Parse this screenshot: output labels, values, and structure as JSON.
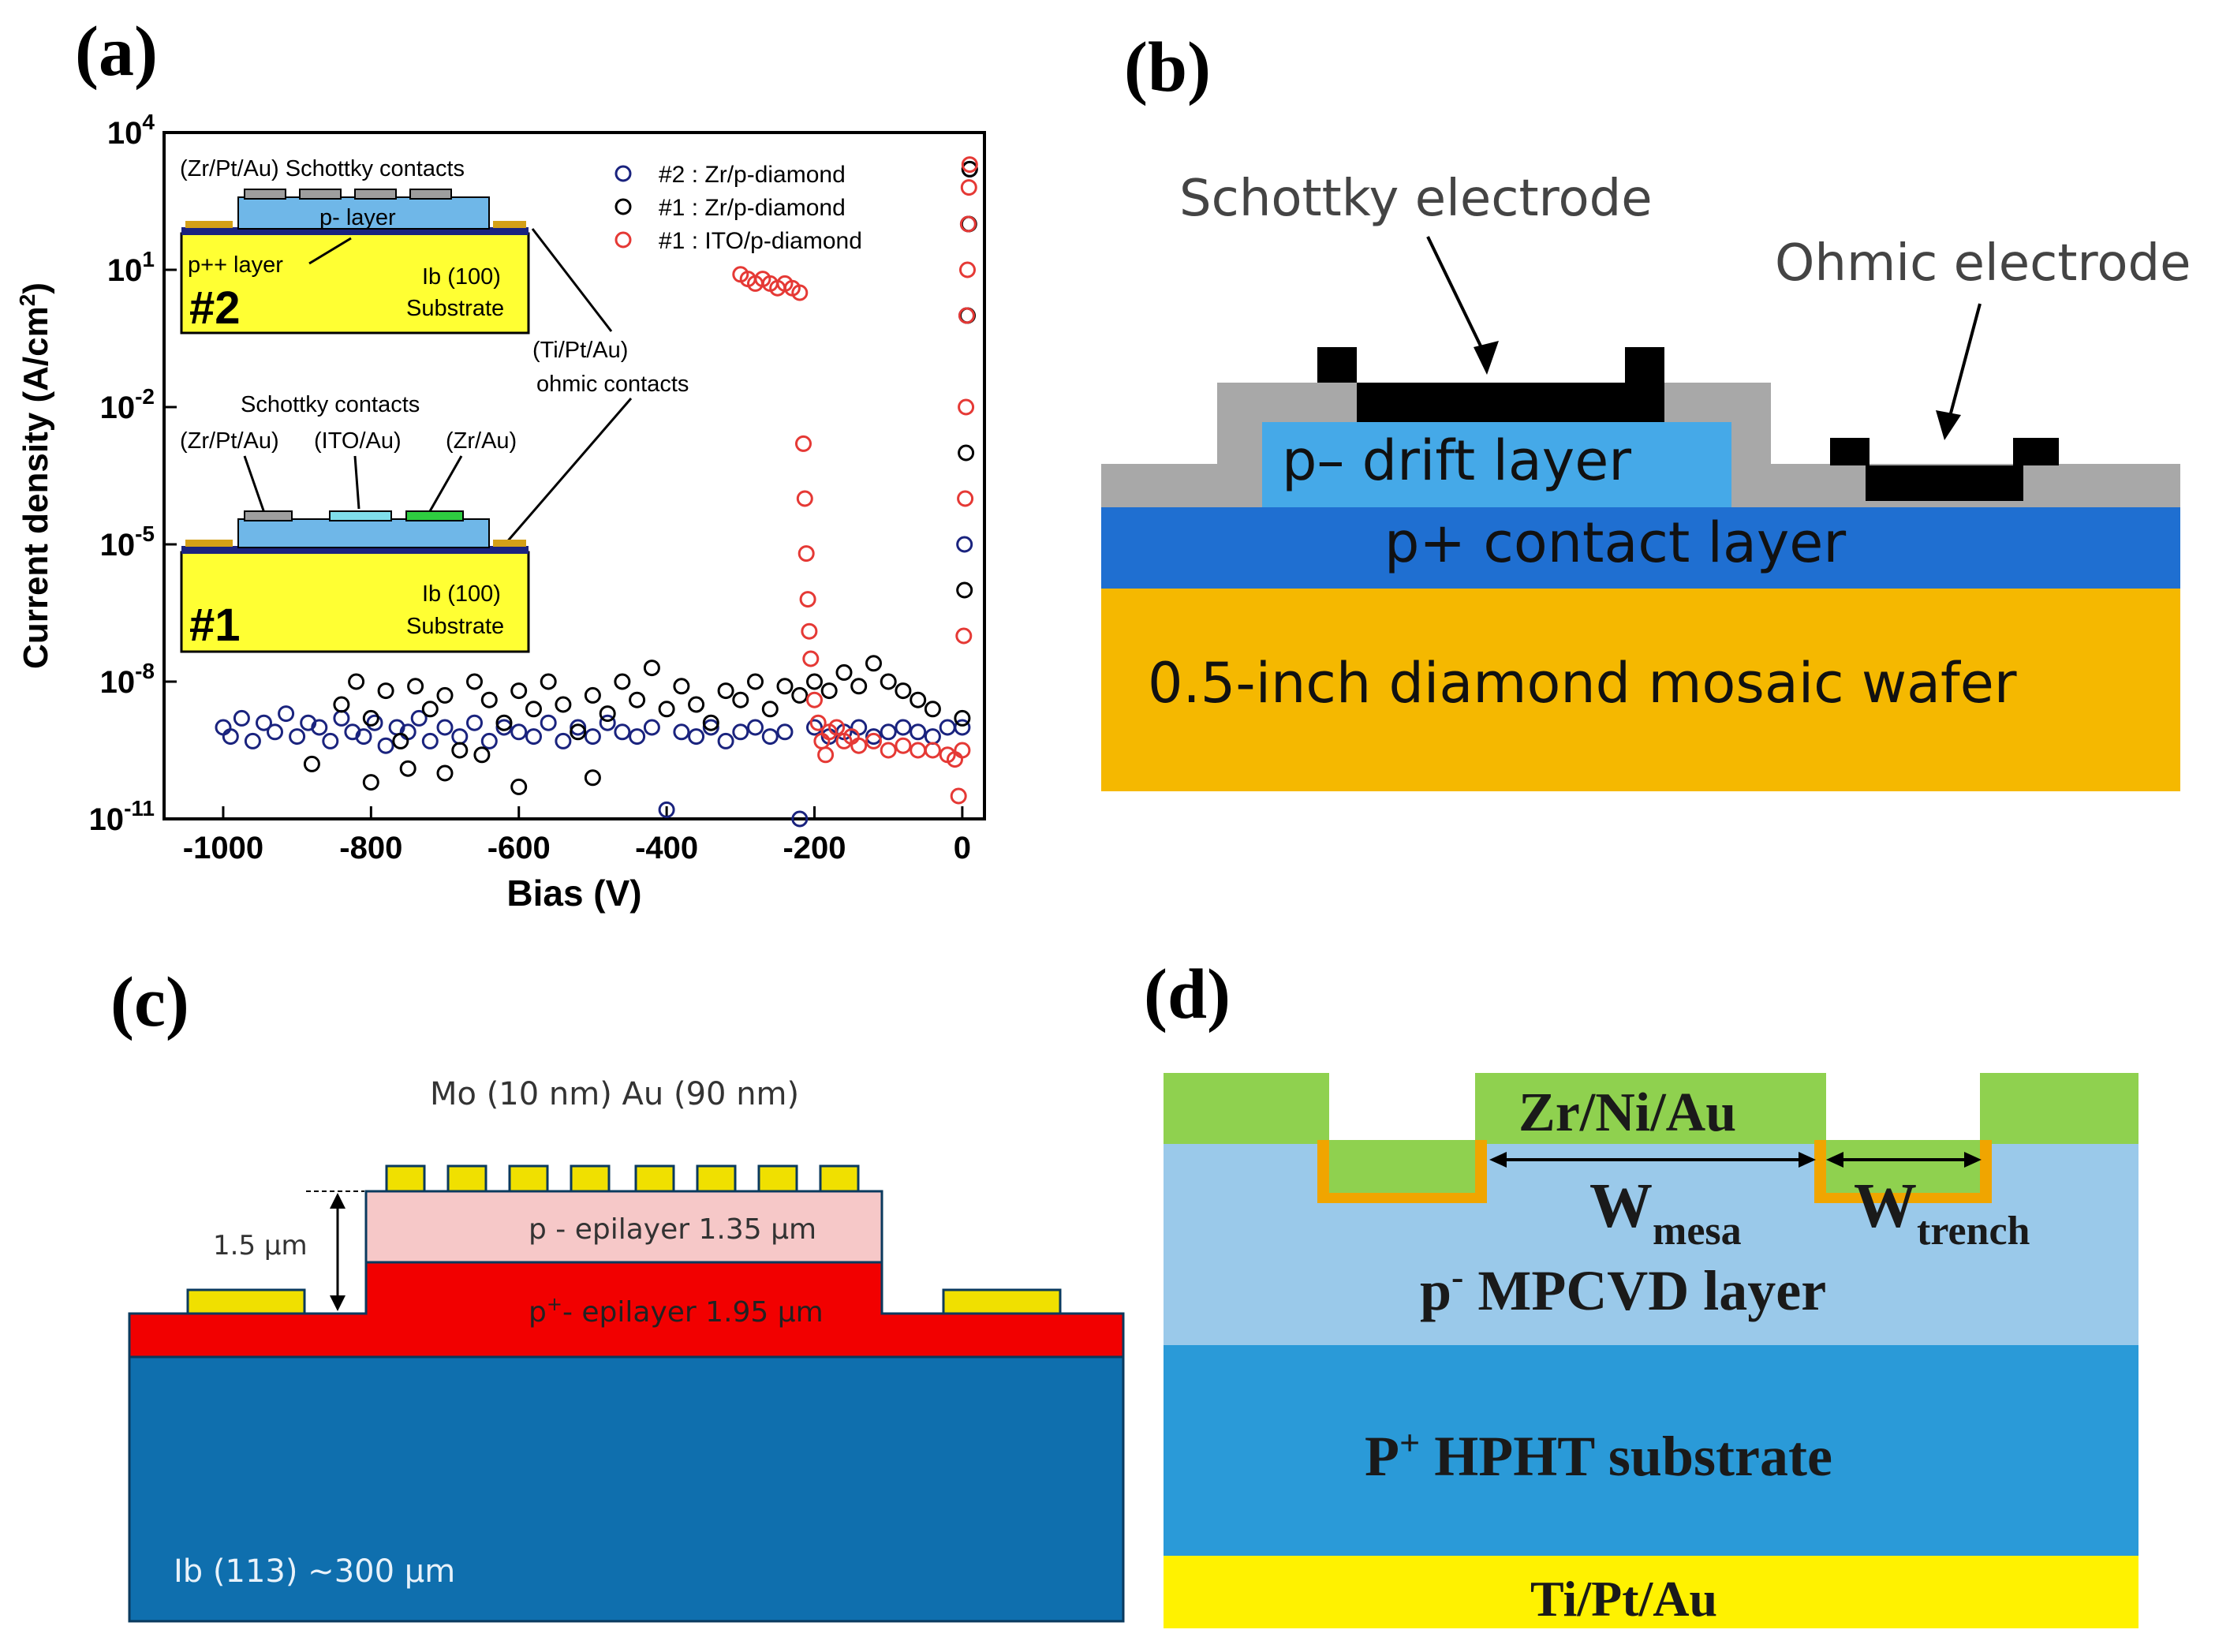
{
  "panels": {
    "a": {
      "label": "(a)"
    },
    "b": {
      "label": "(b)"
    },
    "c": {
      "label": "(c)"
    },
    "d": {
      "label": "(d)"
    }
  },
  "chart_data": {
    "type": "scatter",
    "title": "",
    "xlabel": "Bias (V)",
    "ylabel": "Current density (A/cm²)",
    "xlim": [
      -1080,
      30
    ],
    "ylim_log10": [
      -11,
      4
    ],
    "yscale": "log",
    "xticks": [
      "-1000",
      "-800",
      "-600",
      "-400",
      "-200",
      "0"
    ],
    "xtick_values": [
      -1000,
      -800,
      -600,
      -400,
      -200,
      0
    ],
    "yticks": [
      {
        "base": "10",
        "exp": "4",
        "value": 4
      },
      {
        "base": "10",
        "exp": "1",
        "value": 1
      },
      {
        "base": "10",
        "exp": "-2",
        "value": -2
      },
      {
        "base": "10",
        "exp": "-5",
        "value": -5
      },
      {
        "base": "10",
        "exp": "-8",
        "value": -8
      },
      {
        "base": "10",
        "exp": "-11",
        "value": -11
      }
    ],
    "legend_position": "top-right",
    "series": [
      {
        "name": "#2 : Zr/p-diamond",
        "color": "#1a237e",
        "marker": "open-circle",
        "points": [
          [
            -1000,
            -9
          ],
          [
            -990,
            -9.2
          ],
          [
            -975,
            -8.8
          ],
          [
            -960,
            -9.3
          ],
          [
            -945,
            -8.9
          ],
          [
            -930,
            -9.1
          ],
          [
            -915,
            -8.7
          ],
          [
            -900,
            -9.2
          ],
          [
            -885,
            -8.9
          ],
          [
            -870,
            -9.0
          ],
          [
            -855,
            -9.3
          ],
          [
            -840,
            -8.8
          ],
          [
            -825,
            -9.1
          ],
          [
            -810,
            -9.2
          ],
          [
            -795,
            -8.9
          ],
          [
            -780,
            -9.4
          ],
          [
            -765,
            -9.0
          ],
          [
            -750,
            -9.1
          ],
          [
            -735,
            -8.8
          ],
          [
            -720,
            -9.3
          ],
          [
            -700,
            -9.0
          ],
          [
            -680,
            -9.2
          ],
          [
            -660,
            -8.9
          ],
          [
            -640,
            -9.3
          ],
          [
            -620,
            -9.0
          ],
          [
            -600,
            -9.1
          ],
          [
            -580,
            -9.2
          ],
          [
            -560,
            -8.9
          ],
          [
            -540,
            -9.3
          ],
          [
            -520,
            -9.0
          ],
          [
            -500,
            -9.2
          ],
          [
            -480,
            -8.9
          ],
          [
            -460,
            -9.1
          ],
          [
            -440,
            -9.2
          ],
          [
            -420,
            -9.0
          ],
          [
            -400,
            -10.8
          ],
          [
            -380,
            -9.1
          ],
          [
            -360,
            -9.2
          ],
          [
            -340,
            -9.0
          ],
          [
            -320,
            -9.3
          ],
          [
            -300,
            -9.1
          ],
          [
            -280,
            -9.0
          ],
          [
            -260,
            -9.2
          ],
          [
            -240,
            -9.1
          ],
          [
            -220,
            -11
          ],
          [
            -200,
            -9.0
          ],
          [
            -180,
            -9.2
          ],
          [
            -160,
            -9.1
          ],
          [
            -140,
            -9.0
          ],
          [
            -120,
            -9.2
          ],
          [
            -100,
            -9.1
          ],
          [
            -80,
            -9.0
          ],
          [
            -60,
            -9.1
          ],
          [
            -40,
            -9.2
          ],
          [
            -20,
            -9.0
          ],
          [
            0,
            -9.0
          ],
          [
            3,
            -5
          ],
          [
            6,
            0
          ],
          [
            8,
            2
          ],
          [
            10,
            3.2
          ]
        ]
      },
      {
        "name": "#1 : Zr/p-diamond",
        "color": "#000000",
        "marker": "open-circle",
        "points": [
          [
            -840,
            -8.5
          ],
          [
            -820,
            -8.0
          ],
          [
            -800,
            -8.8
          ],
          [
            -780,
            -8.2
          ],
          [
            -760,
            -9.3
          ],
          [
            -740,
            -8.1
          ],
          [
            -720,
            -8.6
          ],
          [
            -700,
            -8.3
          ],
          [
            -680,
            -9.5
          ],
          [
            -660,
            -8.0
          ],
          [
            -640,
            -8.4
          ],
          [
            -620,
            -8.9
          ],
          [
            -600,
            -8.2
          ],
          [
            -580,
            -8.6
          ],
          [
            -560,
            -8.0
          ],
          [
            -540,
            -8.5
          ],
          [
            -520,
            -9.1
          ],
          [
            -500,
            -8.3
          ],
          [
            -480,
            -8.7
          ],
          [
            -460,
            -8.0
          ],
          [
            -440,
            -8.4
          ],
          [
            -420,
            -7.7
          ],
          [
            -400,
            -8.6
          ],
          [
            -380,
            -8.1
          ],
          [
            -360,
            -8.5
          ],
          [
            -340,
            -8.9
          ],
          [
            -320,
            -8.2
          ],
          [
            -300,
            -8.4
          ],
          [
            -280,
            -8.0
          ],
          [
            -260,
            -8.6
          ],
          [
            -240,
            -8.1
          ],
          [
            -220,
            -8.3
          ],
          [
            -200,
            -8.0
          ],
          [
            -180,
            -8.2
          ],
          [
            -160,
            -7.8
          ],
          [
            -140,
            -8.1
          ],
          [
            -120,
            -7.6
          ],
          [
            -100,
            -8.0
          ],
          [
            -80,
            -8.2
          ],
          [
            -60,
            -8.4
          ],
          [
            -40,
            -8.6
          ],
          [
            -800,
            -10.2
          ],
          [
            -700,
            -10.0
          ],
          [
            -600,
            -10.3
          ],
          [
            -500,
            -10.1
          ],
          [
            -880,
            -9.8
          ],
          [
            -750,
            -9.9
          ],
          [
            -650,
            -9.6
          ],
          [
            0,
            -8.8
          ],
          [
            3,
            -6
          ],
          [
            5,
            -3
          ],
          [
            7,
            0
          ],
          [
            9,
            2
          ],
          [
            10,
            3.2
          ]
        ]
      },
      {
        "name": "#1 : ITO/p-diamond",
        "color": "#e53935",
        "marker": "open-circle",
        "points": [
          [
            -300,
            0.9
          ],
          [
            -290,
            0.8
          ],
          [
            -280,
            0.7
          ],
          [
            -270,
            0.8
          ],
          [
            -260,
            0.7
          ],
          [
            -250,
            0.6
          ],
          [
            -240,
            0.7
          ],
          [
            -230,
            0.6
          ],
          [
            -220,
            0.5
          ],
          [
            -215,
            -2.8
          ],
          [
            -213,
            -4.0
          ],
          [
            -211,
            -5.2
          ],
          [
            -209,
            -6.2
          ],
          [
            -207,
            -6.9
          ],
          [
            -205,
            -7.5
          ],
          [
            -200,
            -8.4
          ],
          [
            -195,
            -8.9
          ],
          [
            -190,
            -9.3
          ],
          [
            -185,
            -9.6
          ],
          [
            -180,
            -9.1
          ],
          [
            -170,
            -9.0
          ],
          [
            -160,
            -9.3
          ],
          [
            -150,
            -9.2
          ],
          [
            -140,
            -9.4
          ],
          [
            -120,
            -9.3
          ],
          [
            -100,
            -9.5
          ],
          [
            -80,
            -9.4
          ],
          [
            -60,
            -9.5
          ],
          [
            -40,
            -9.5
          ],
          [
            -20,
            -9.6
          ],
          [
            -10,
            -9.7
          ],
          [
            -5,
            -10.5
          ],
          [
            0,
            -9.5
          ],
          [
            2,
            -7
          ],
          [
            4,
            -4
          ],
          [
            5,
            -2
          ],
          [
            6,
            0
          ],
          [
            7,
            1
          ],
          [
            8,
            2
          ],
          [
            9,
            2.8
          ],
          [
            10,
            3.3
          ]
        ]
      }
    ]
  },
  "inset_a": {
    "d2": {
      "schottky_label": "(Zr/Pt/Au) Schottky contacts",
      "p_layer": "p- layer",
      "ppp_layer": "p++ layer",
      "substrate_line1": "Ib (100)",
      "substrate_line2": "Substrate",
      "id": "#2"
    },
    "ohmic_label_1": "(Ti/Pt/Au)",
    "ohmic_label_2": "ohmic contacts",
    "d1": {
      "schottky_label": "Schottky contacts",
      "c1": "(Zr/Pt/Au)",
      "c2": "(ITO/Au)",
      "c3": "(Zr/Au)",
      "substrate_line1": "Ib (100)",
      "substrate_line2": "Substrate",
      "id": "#1"
    }
  },
  "panel_b": {
    "schottky": "Schottky electrode",
    "ohmic": "Ohmic electrode",
    "drift": "p– drift layer",
    "contact": "p+ contact layer",
    "wafer": "0.5-inch diamond mosaic wafer",
    "colors": {
      "wafer": "#f5b800",
      "contact": "#1f6fd1",
      "drift": "#45a9e8",
      "passivation": "#a8a8a8",
      "electrode": "#000000"
    }
  },
  "panel_c": {
    "metal": "Mo (10 nm) Au (90 nm)",
    "height": "1.5 µm",
    "p_epi": "p  - epilayer   1.35 µm",
    "pp_epi_base": "p",
    "pp_epi_sup": "+",
    "pp_epi_rest": "- epilayer   1.95 µm",
    "substrate": "Ib   (113)  ~300 µm",
    "colors": {
      "substrate": "#0f6fae",
      "pp": "#f20000",
      "p": "#f6c8c8",
      "metal": "#f0e000"
    }
  },
  "panel_d": {
    "metal": "Zr/Ni/Au",
    "w_mesa_main": "W",
    "w_mesa_sub": "mesa",
    "w_trench_main": "W",
    "w_trench_sub": "trench",
    "pm_base": "p",
    "pm_sup": "-",
    "pm_rest": " MPCVD layer",
    "pp_base": "P",
    "pp_sup": "+",
    "pp_rest": " HPHT substrate",
    "back": "Ti/Pt/Au",
    "colors": {
      "metal": "#8fd14f",
      "pm": "#9ac9ea",
      "pp": "#2a9ad8",
      "back": "#fff200"
    }
  }
}
